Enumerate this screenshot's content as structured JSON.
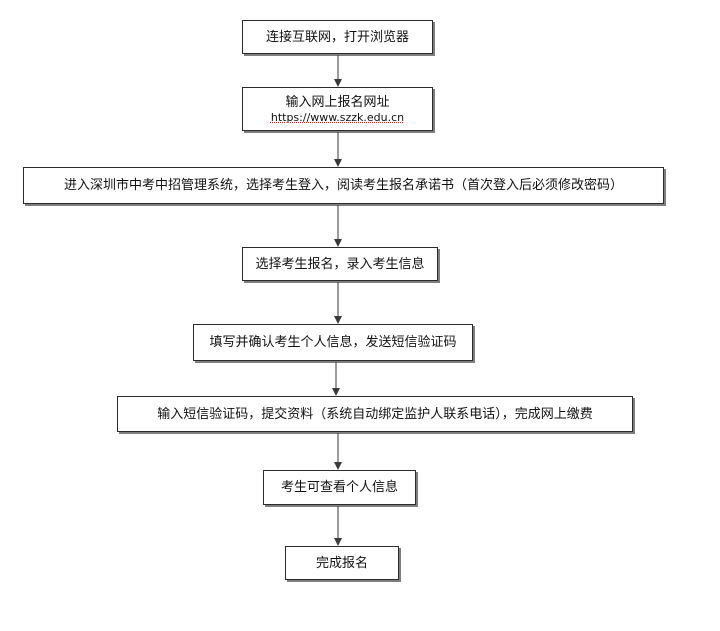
{
  "steps": [
    {
      "text": "连接互联网，打开浏览器"
    },
    {
      "text": "输入网上报名网址",
      "url": "https://www.szzk.edu.cn"
    },
    {
      "text": "进入深圳市中考中招管理系统，选择考生登入，阅读考生报名承诺书（首次登入后必须修改密码）"
    },
    {
      "text": "选择考生报名，录入考生信息"
    },
    {
      "text": "填写并确认考生个人信息，发送短信验证码"
    },
    {
      "text": "输入短信验证码，提交资料（系统自动绑定监护人联系电话），完成网上缴费"
    },
    {
      "text": "考生可查看个人信息"
    },
    {
      "text": "完成报名"
    }
  ]
}
